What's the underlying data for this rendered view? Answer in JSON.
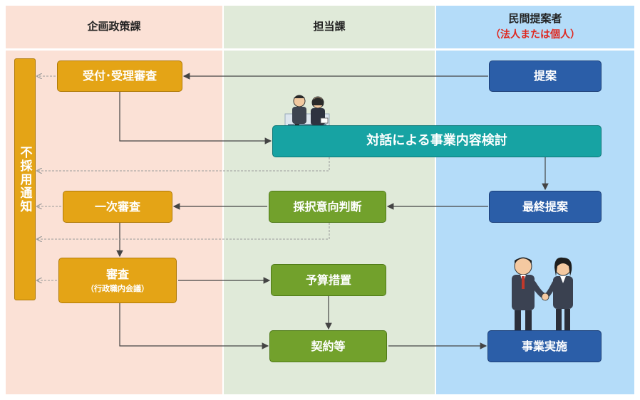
{
  "lanes": [
    {
      "title": "企画政策課",
      "subtitle": "",
      "color": "#fbe1d6"
    },
    {
      "title": "担当課",
      "subtitle": "",
      "color": "#e0ead9"
    },
    {
      "title": "民間提案者",
      "subtitle": "（法人または個人）",
      "color": "#b4dcf9"
    }
  ],
  "reject_bar": {
    "label": "不採用通知"
  },
  "boxes": {
    "juryo": {
      "label": "受付･受理審査"
    },
    "teian": {
      "label": "提案"
    },
    "taiwa": {
      "label": "対話による事業内容検討"
    },
    "ichiji": {
      "label": "一次審査"
    },
    "saitaku": {
      "label": "採択意向判断"
    },
    "saishu": {
      "label": "最終提案"
    },
    "shinsa": {
      "label": "審査",
      "sub": "（行政職内会議）"
    },
    "yosan": {
      "label": "予算措置"
    },
    "keiyaku": {
      "label": "契約等"
    },
    "jigyo": {
      "label": "事業実施"
    }
  },
  "colors": {
    "orange": "#e4a416",
    "green": "#72a12c",
    "blue": "#2b5ea8",
    "teal": "#17a3a3",
    "arrow": "#444444",
    "dashed_arrow": "#9a9a9a"
  },
  "illustrations": {
    "meeting": "meeting-people-icon",
    "handshake": "handshake-icon"
  }
}
